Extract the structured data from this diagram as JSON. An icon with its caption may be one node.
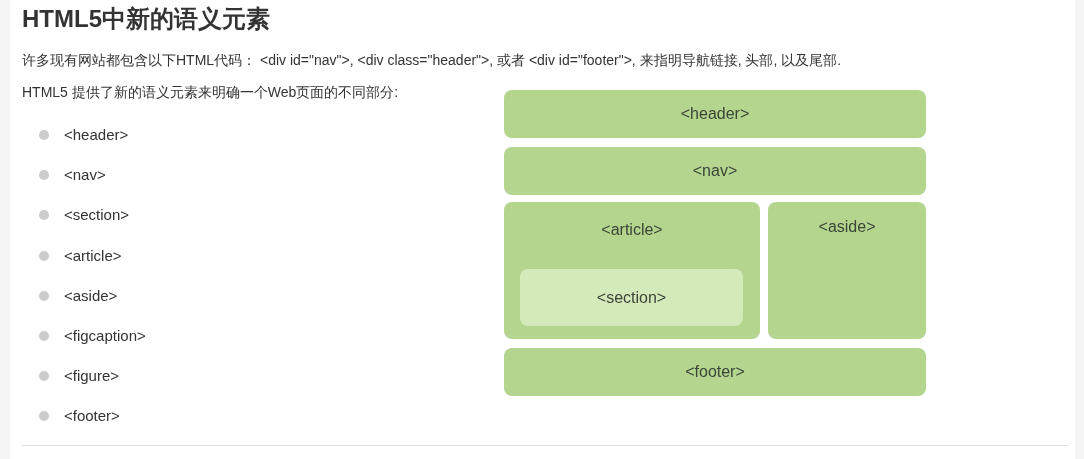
{
  "diagram": {
    "title": "HTML5中新的语义元素",
    "nodes": [
      {
        "text": [
          "<header>"
        ]
      },
      {
        "text": [
          "<nav>"
        ]
      },
      {
        "text": [
          "<article>"
        ]
      },
      {
        "text": [
          "<section>"
        ],
        "in": 2
      },
      {
        "text": [
          "<aside>"
        ]
      },
      {
        "text": [
          "<footer>"
        ]
      }
    ],
    "labels": [
      "许多现有网站都包含以下HTML代码： <div id=\"nav\">, <div class=\"header\">, 或者 <div id=\"footer\">, 来指明导航链接, 头部, 以及尾部.",
      "HTML5 提供了新的语义元素来明确一个Web页面的不同部分:",
      "<header>",
      "<nav>",
      "<section>",
      "<article>",
      "<aside>",
      "<figcaption>",
      "<figure>",
      "<footer>"
    ]
  }
}
